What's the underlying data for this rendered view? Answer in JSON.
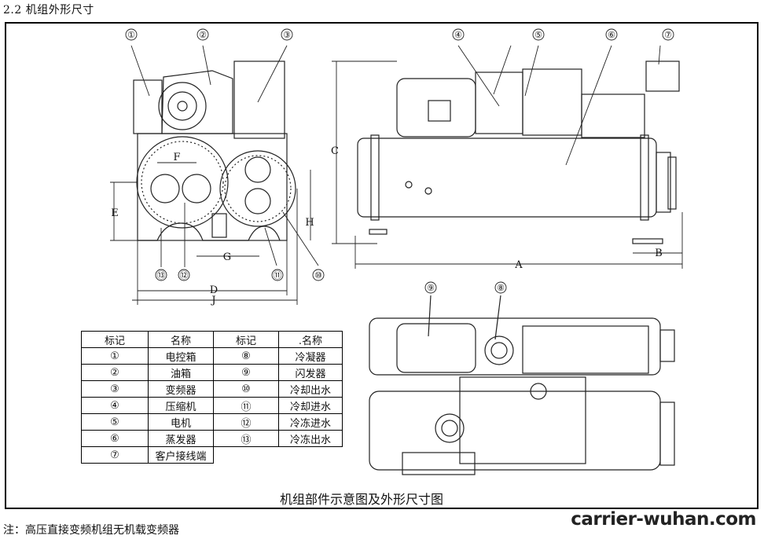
{
  "heading": "2.2 机组外形尺寸",
  "callouts_front": [
    "①",
    "②",
    "③"
  ],
  "callouts_side": [
    "④",
    "⑤",
    "⑥",
    "⑦"
  ],
  "callouts_top": [
    "⑨",
    "⑧"
  ],
  "callouts_bottom": [
    "⑬",
    "⑫",
    "⑪",
    "⑩"
  ],
  "dim_labels": {
    "C": "C",
    "D": "D",
    "J": "J",
    "E": "E",
    "F": "F",
    "G": "G",
    "H": "H",
    "A": "A",
    "B": "B"
  },
  "table": {
    "headers": [
      "标记",
      "名称",
      "标记",
      ".名称"
    ],
    "rows": [
      [
        "①",
        "电控箱",
        "⑧",
        "冷凝器"
      ],
      [
        "②",
        "油箱",
        "⑨",
        "闪发器"
      ],
      [
        "③",
        "变频器",
        "⑩",
        "冷却出水"
      ],
      [
        "④",
        "压缩机",
        "⑪",
        "冷却进水"
      ],
      [
        "⑤",
        "电机",
        "⑫",
        "冷冻进水"
      ],
      [
        "⑥",
        "蒸发器",
        "⑬",
        "冷冻出水"
      ],
      [
        "⑦",
        "客户接线端",
        "",
        ""
      ]
    ]
  },
  "caption": "机组部件示意图及外形尺寸图",
  "note": "注：高压直接变频机组无机载变频器",
  "brand": "carrier-wuhan.com"
}
